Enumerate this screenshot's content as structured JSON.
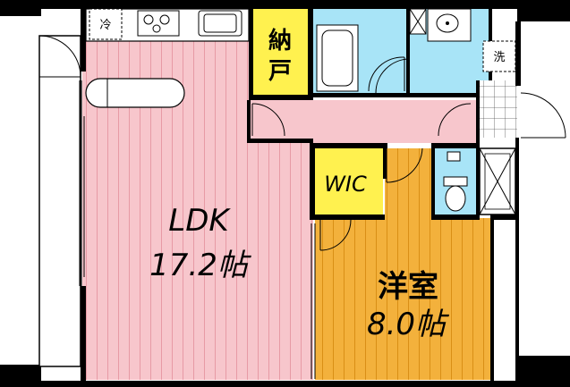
{
  "rooms": {
    "ldk": {
      "name": "LDK",
      "size": "17.2帖"
    },
    "western": {
      "name": "洋室",
      "size": "8.0帖"
    },
    "wic": {
      "name": "WIC"
    },
    "storage": {
      "line1": "納",
      "line2": "戸"
    }
  },
  "fixtures": {
    "fridge": "冷",
    "washer": "洗"
  },
  "colors": {
    "ldk": "#f7c6cc",
    "western": "#f3b13c",
    "storage": "#fff14f",
    "water": "#a8e4f7",
    "wall": "#000000"
  }
}
